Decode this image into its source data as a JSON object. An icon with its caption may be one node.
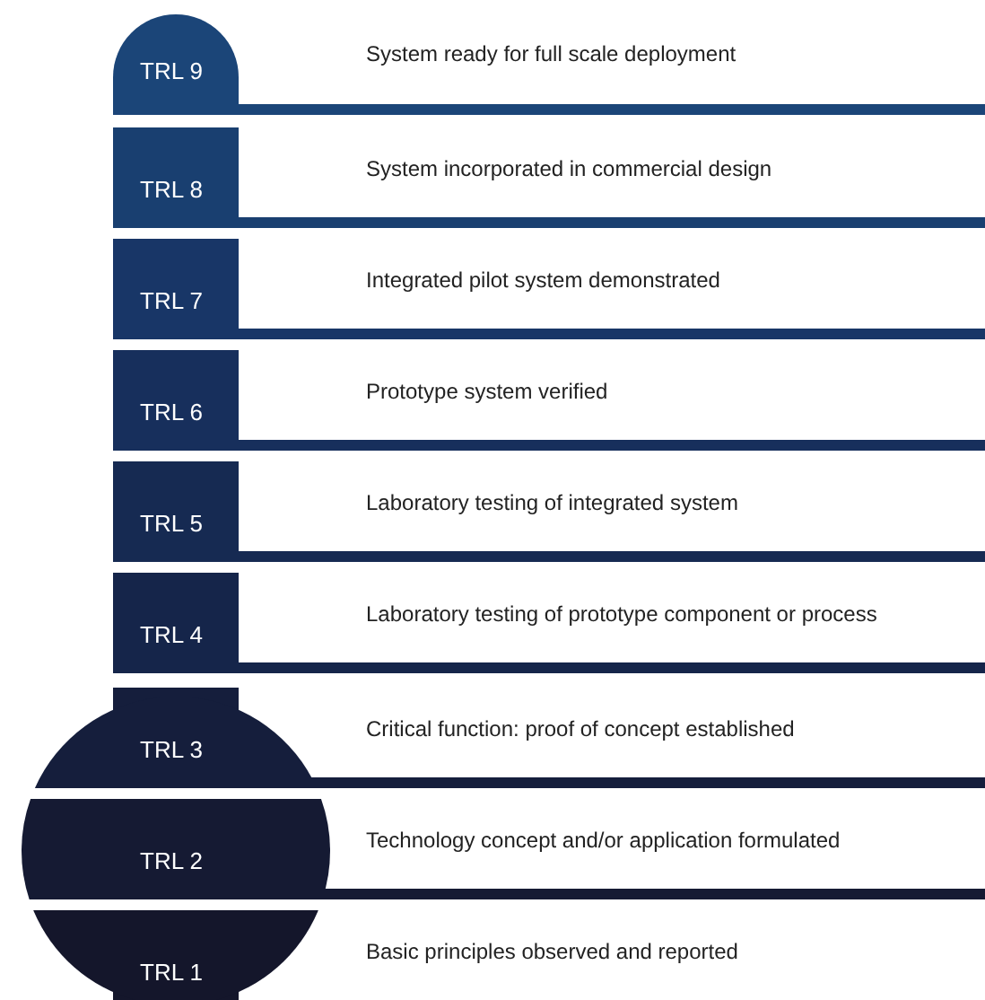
{
  "diagram": {
    "nodes": [
      {
        "text": [
          "TRL 9",
          "System ready for full scale deployment"
        ]
      },
      {
        "text": [
          "TRL 8",
          "System incorporated in commercial design"
        ]
      },
      {
        "text": [
          "TRL 7",
          "Integrated pilot system demonstrated"
        ]
      },
      {
        "text": [
          "TRL 6",
          "Prototype system verified"
        ]
      },
      {
        "text": [
          "TRL 5",
          "Laboratory testing of integrated system"
        ]
      },
      {
        "text": [
          "TRL 4",
          "Laboratory testing of prototype component or process"
        ]
      },
      {
        "text": [
          "TRL 3",
          "Critical function: proof of concept established"
        ]
      },
      {
        "text": [
          "TRL 2",
          "Technology concept and/or application formulated"
        ]
      },
      {
        "text": [
          "TRL 1",
          "Basic principles observed and reported"
        ]
      }
    ]
  }
}
